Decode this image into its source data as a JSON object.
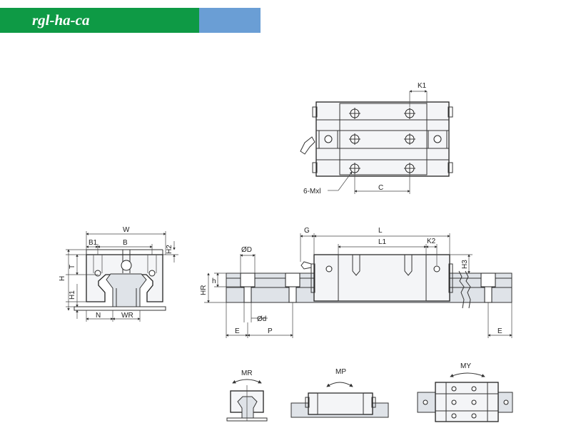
{
  "header": {
    "title": "rgl-ha-ca"
  },
  "labels": {
    "k1": "K1",
    "c": "C",
    "mxl": "6-Mxl",
    "w": "W",
    "b1": "B1",
    "b": "B",
    "h2": "H2",
    "t": "T",
    "h": "H",
    "h1": "H1",
    "n": "N",
    "wr": "WR",
    "phiD": "ØD",
    "h_small": "h",
    "hr": "HR",
    "phid": "Ød",
    "e1": "E",
    "p": "P",
    "g": "G",
    "l": "L",
    "l1": "L1",
    "k2": "K2",
    "h3": "H3",
    "e2": "E",
    "mr": "MR",
    "mp": "MP",
    "my": "MY"
  },
  "colors": {
    "title_bg": "#0e9a45",
    "title_accent": "#6a9ed5",
    "title_text": "#ffffff"
  }
}
